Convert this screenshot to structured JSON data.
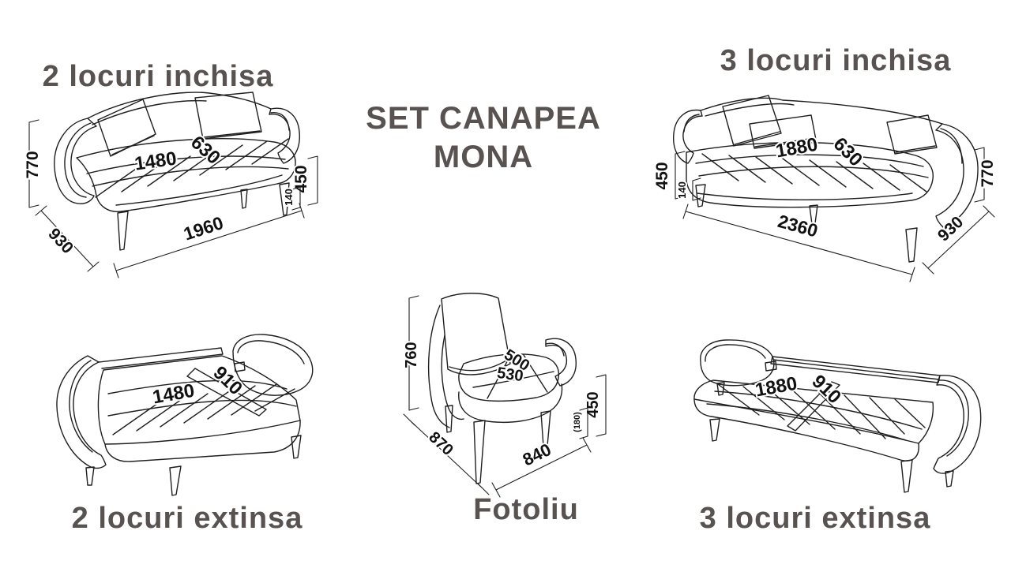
{
  "title": {
    "line1": "SET CANAPEA",
    "line2": "MONA"
  },
  "colors": {
    "heading_text": "#585250",
    "line_art": "#1f1f1f",
    "dim_text": "#111111",
    "background": "#ffffff"
  },
  "figures": {
    "two_closed": {
      "label": "2 locuri inchisa",
      "dims": {
        "height": "770",
        "depth": "930",
        "width": "1960",
        "seat_width": "1480",
        "seat_depth": "630",
        "seat_height": "450",
        "leg_height": "140"
      }
    },
    "three_closed": {
      "label": "3 locuri inchisa",
      "dims": {
        "height": "770",
        "depth": "930",
        "width": "2360",
        "seat_width": "1880",
        "seat_depth": "630",
        "seat_height": "450",
        "leg_height": "140"
      }
    },
    "two_extended": {
      "label": "2 locuri extinsa",
      "dims": {
        "bed_length": "1480",
        "bed_width": "910"
      }
    },
    "armchair": {
      "label": "Fotoliu",
      "dims": {
        "height": "760",
        "depth": "870",
        "width": "840",
        "seat_width": "500",
        "seat_depth": "530",
        "seat_height": "450",
        "leg_height": "(180)"
      }
    },
    "three_extended": {
      "label": "3 locuri extinsa",
      "dims": {
        "bed_length": "1880",
        "bed_width": "910"
      }
    }
  }
}
